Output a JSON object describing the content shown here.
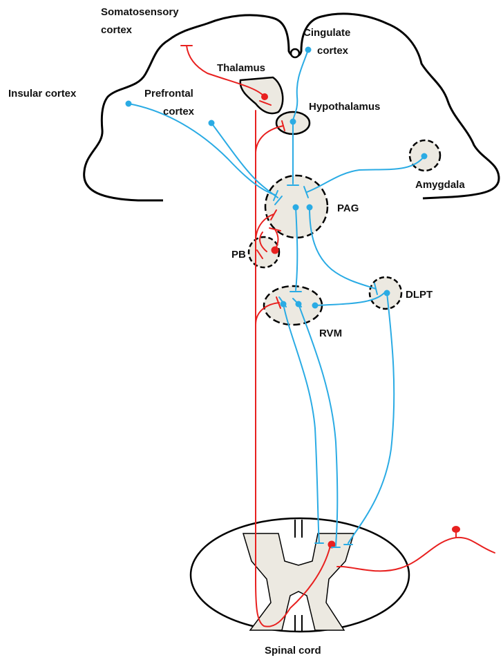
{
  "labels": {
    "somatosensory_1": "Somatosensory",
    "somatosensory_2": "cortex",
    "cingulate_1": "Cingulate",
    "cingulate_2": "cortex",
    "thalamus": "Thalamus",
    "insular": "Insular cortex",
    "prefrontal_1": "Prefrontal",
    "prefrontal_2": "cortex",
    "hypothalamus": "Hypothalamus",
    "amygdala": "Amygdala",
    "pag": "PAG",
    "pb": "PB",
    "dlpt": "DLPT",
    "rvm": "RVM",
    "spinal_cord": "Spinal cord"
  },
  "colors": {
    "ascending": "#e8201f",
    "descending": "#2aabe4",
    "nucleus_fill": "#ece9e1",
    "outline": "#000000"
  }
}
